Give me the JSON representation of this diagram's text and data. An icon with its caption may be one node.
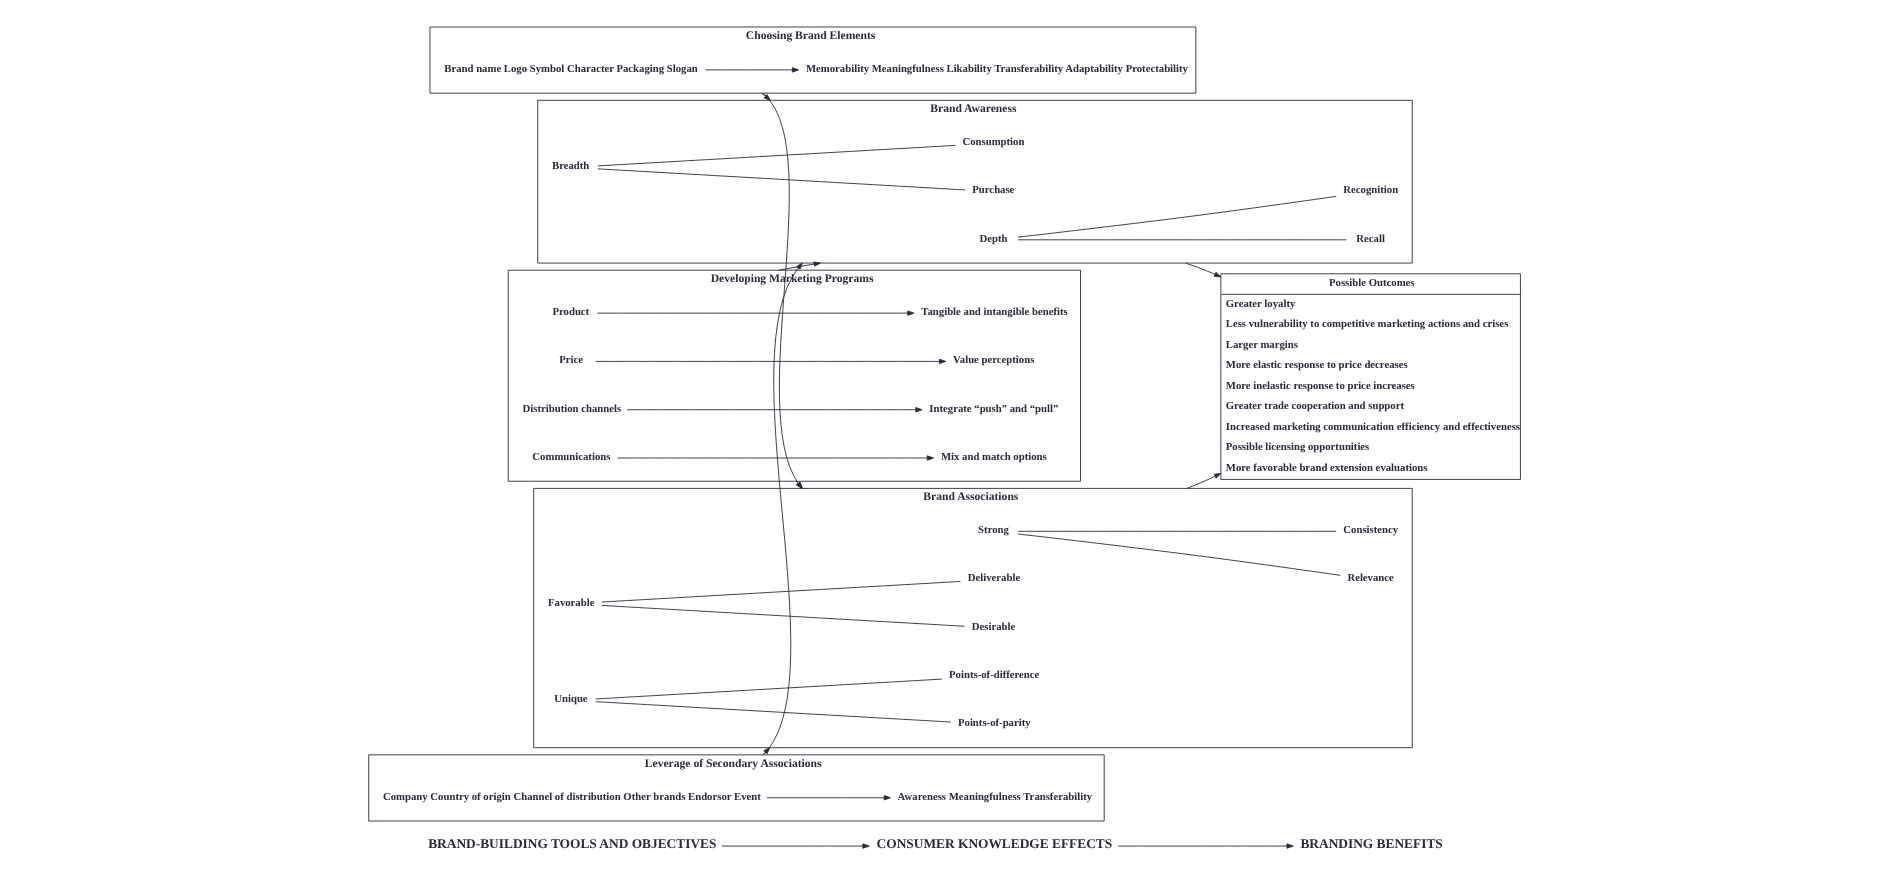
{
  "diagram": {
    "nodes": [
      {
        "text": [
          "BRAND-BUILDING TOOLS AND OBJECTIVES"
        ]
      },
      {
        "text": [
          "CONSUMER KNOWLEDGE EFFECTS"
        ]
      },
      {
        "text": [
          "BRANDING BENEFITS"
        ]
      },
      {
        "text": [
          "Choosing Brand Elements"
        ]
      },
      {
        "text": [
          "Brand name Logo Symbol Character Packaging Slogan"
        ],
        "in": 3
      },
      {
        "text": [
          "Memorability Meaningfulness Likability Transferability Adaptability Protectability"
        ],
        "in": 3
      },
      {
        "text": [
          "Developing Marketing Programs"
        ]
      },
      {
        "text": [
          "Product"
        ],
        "in": 6
      },
      {
        "text": [
          "Tangible and intangible benefits"
        ],
        "in": 6
      },
      {
        "text": [
          "Price"
        ],
        "in": 6
      },
      {
        "text": [
          "Value perceptions"
        ],
        "in": 6
      },
      {
        "text": [
          "Distribution channels"
        ],
        "in": 6
      },
      {
        "text": [
          "Integrate “push” and “pull”"
        ],
        "in": 6
      },
      {
        "text": [
          "Communications"
        ],
        "in": 6
      },
      {
        "text": [
          "Mix and match options"
        ],
        "in": 6
      },
      {
        "text": [
          "Leverage of Secondary Associations"
        ]
      },
      {
        "text": [
          "Company Country of origin Channel of distribution Other brands Endorsor Event"
        ],
        "in": 15
      },
      {
        "text": [
          "Awareness Meaningfulness Transferability"
        ],
        "in": 15
      },
      {
        "text": [
          "Brand Awareness"
        ]
      },
      {
        "text": [
          "Depth"
        ],
        "in": 18
      },
      {
        "text": [
          "Recall"
        ],
        "in": 18
      },
      {
        "text": [
          "Recognition"
        ],
        "in": 18
      },
      {
        "text": [
          "Breadth"
        ],
        "in": 18
      },
      {
        "text": [
          "Purchase"
        ],
        "in": 18
      },
      {
        "text": [
          "Consumption"
        ],
        "in": 18
      },
      {
        "text": [
          "Brand Associations"
        ]
      },
      {
        "text": [
          "Strong"
        ],
        "in": 25
      },
      {
        "text": [
          "Relevance"
        ],
        "in": 25
      },
      {
        "text": [
          "Consistency"
        ],
        "in": 25
      },
      {
        "text": [
          "Favorable"
        ],
        "in": 25
      },
      {
        "text": [
          "Desirable"
        ],
        "in": 25
      },
      {
        "text": [
          "Deliverable"
        ],
        "in": 25
      },
      {
        "text": [
          "Unique"
        ],
        "in": 25
      },
      {
        "text": [
          "Points-of-parity"
        ],
        "in": 25
      },
      {
        "text": [
          "Points-of-difference"
        ],
        "in": 25
      },
      {
        "text": [
          "Possible Outcomes",
          "Greater loyalty",
          "Less vulnerability to competitive marketing actions and crises",
          "Larger margins",
          "More elastic response to price decreases",
          "More inelastic response to price increases",
          "Greater trade cooperation and support",
          "Increased marketing communication efficiency and effectiveness",
          "Possible licensing opportunities",
          "More favorable brand extension evaluations"
        ]
      }
    ],
    "edges": [
      {
        "from": 0,
        "to": 1,
        "arrow": "to"
      },
      {
        "from": 1,
        "to": 2,
        "arrow": "to"
      },
      {
        "from": 4,
        "to": 5,
        "arrow": "to"
      },
      {
        "from": 7,
        "to": 8,
        "arrow": "to"
      },
      {
        "from": 9,
        "to": 10,
        "arrow": "to"
      },
      {
        "from": 11,
        "to": 12,
        "arrow": "to"
      },
      {
        "from": 13,
        "to": 14,
        "arrow": "to"
      },
      {
        "from": 16,
        "to": 17,
        "arrow": "to"
      },
      {
        "from": 3,
        "to": 18,
        "arrow": "to"
      },
      {
        "from": 3,
        "to": 25,
        "arrow": "to"
      },
      {
        "from": 6,
        "to": 18,
        "arrow": "to"
      },
      {
        "from": 6,
        "to": 25,
        "arrow": "to"
      },
      {
        "from": 15,
        "to": 18,
        "arrow": "to"
      },
      {
        "from": 15,
        "to": 25,
        "arrow": "to"
      },
      {
        "from": 19,
        "to": 20,
        "arrow": "none"
      },
      {
        "from": 19,
        "to": 21,
        "arrow": "none"
      },
      {
        "from": 22,
        "to": 23,
        "arrow": "none"
      },
      {
        "from": 22,
        "to": 24,
        "arrow": "none"
      },
      {
        "from": 26,
        "to": 27,
        "arrow": "none"
      },
      {
        "from": 26,
        "to": 28,
        "arrow": "none"
      },
      {
        "from": 29,
        "to": 30,
        "arrow": "none"
      },
      {
        "from": 29,
        "to": 31,
        "arrow": "none"
      },
      {
        "from": 32,
        "to": 33,
        "arrow": "none"
      },
      {
        "from": 32,
        "to": 34,
        "arrow": "none"
      },
      {
        "from": 18,
        "to": 35,
        "arrow": "to"
      },
      {
        "from": 25,
        "to": 35,
        "arrow": "to"
      }
    ]
  }
}
